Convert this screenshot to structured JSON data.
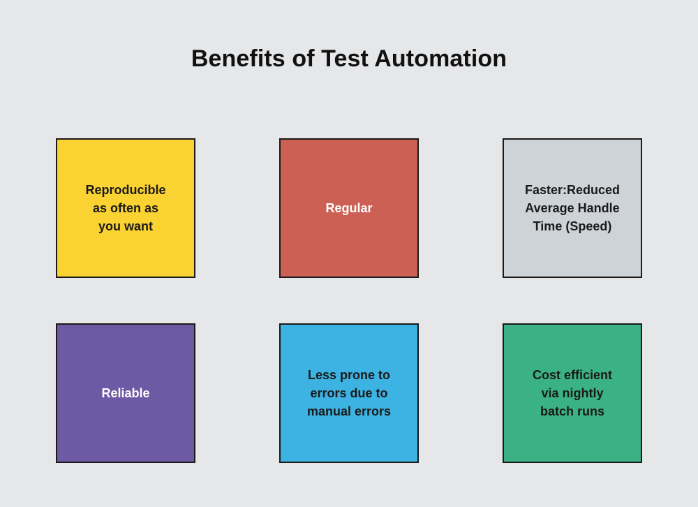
{
  "page": {
    "title": "Benefits of Test Automation",
    "background_color": "#e6e7e9",
    "title_color": "#111111"
  },
  "cards": [
    {
      "label": "Reproducible\nas often as\nyou want",
      "fill_color": "#fad232",
      "text_color": "#1a1a1a",
      "border_color": "#1a1a1a",
      "row": 1,
      "column": 1
    },
    {
      "label": "Regular",
      "fill_color": "#cc6054",
      "text_color": "#ffffff",
      "border_color": "#1a1a1a",
      "row": 1,
      "column": 2
    },
    {
      "label": "Faster:Reduced\nAverage Handle\nTime (Speed)",
      "fill_color": "#ced3d8",
      "text_color": "#1a1a1a",
      "border_color": "#1a1a1a",
      "row": 1,
      "column": 3
    },
    {
      "label": "Reliable",
      "fill_color": "#6d59a4",
      "text_color": "#ffffff",
      "border_color": "#1a1a1a",
      "row": 2,
      "column": 1
    },
    {
      "label": "Less prone to\nerrors due to\nmanual errors",
      "fill_color": "#3db3e3",
      "text_color": "#1a1a1a",
      "border_color": "#1a1a1a",
      "row": 2,
      "column": 2
    },
    {
      "label": "Cost efficient\nvia nightly\nbatch runs",
      "fill_color": "#3bb285",
      "text_color": "#1a1a1a",
      "border_color": "#1a1a1a",
      "row": 2,
      "column": 3
    }
  ]
}
